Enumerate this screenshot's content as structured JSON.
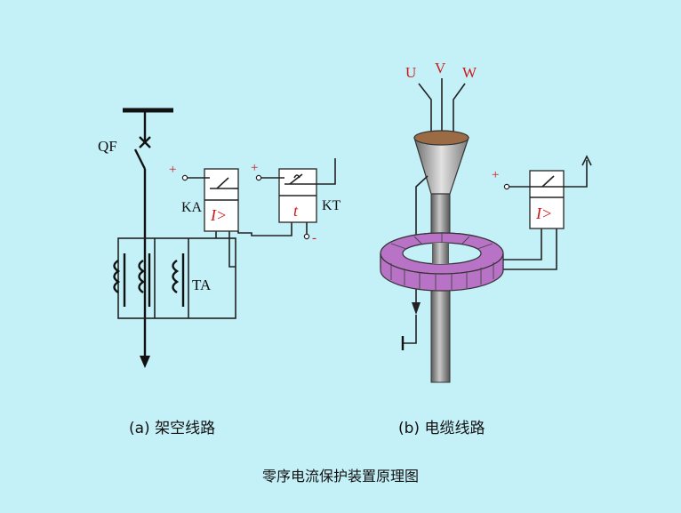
{
  "diagram": {
    "title": "零序电流保护装置原理图",
    "left": {
      "caption": "(a) 架空线路",
      "qf": "QF",
      "ka": "KA",
      "kt": "KT",
      "ta": "TA",
      "relay_symbol": "I>",
      "timer_symbol": "t",
      "plus": "+",
      "minus": "-"
    },
    "right": {
      "caption": "(b) 电缆线路",
      "phase_u": "U",
      "phase_v": "V",
      "phase_w": "W",
      "relay_symbol": "I>",
      "plus": "+"
    },
    "colors": {
      "background": "#c4f0f7",
      "toroid": "#b872c6",
      "cable": "#7a7a7a",
      "cone": "#9a6b45",
      "label_red": "#cc1a1a"
    }
  }
}
